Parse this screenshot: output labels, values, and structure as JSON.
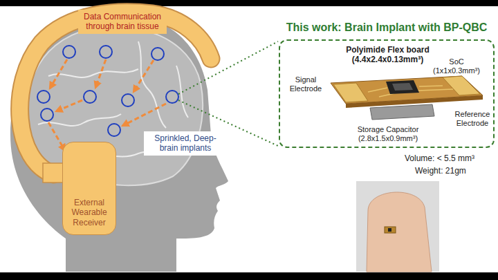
{
  "diagram": {
    "title": "This work: Brain Implant with BP-QBC",
    "nodes": [
      {
        "text": [
          "Data Communication through brain tissue"
        ]
      },
      {
        "text": [
          "Sprinkled, Deep-brain implants"
        ]
      },
      {
        "text": [
          "External Wearable Receiver"
        ]
      },
      {
        "text": [
          "Polyimide Flex board (4.4x2.4x0.13mm³)",
          "SoC (1x1x0.3mm³)",
          "Signal Electrode",
          "Storage Capacitor (2.8x1.5x0.9mm³)",
          "Reference Electrode"
        ]
      }
    ],
    "labels": [
      "Volume: < 5.5 mm³",
      "Weight: 21gm"
    ]
  }
}
